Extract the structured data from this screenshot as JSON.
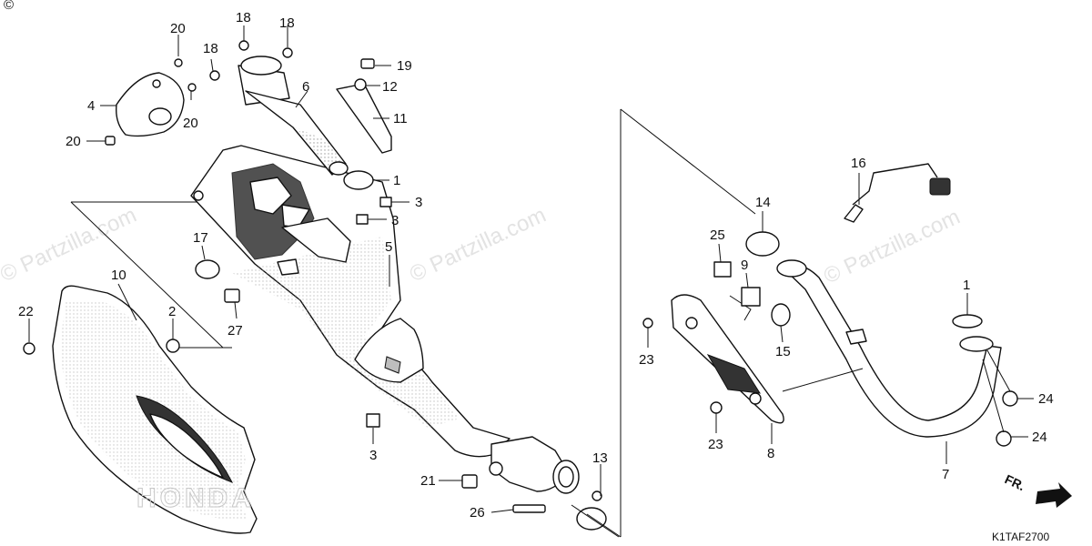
{
  "diagram": {
    "code": "K1TAF2700",
    "direction_label": "FR.",
    "watermarks": [
      "© Partzilla.com",
      "© Partzilla.com",
      "© Partzilla.com",
      "© Partzilla.com"
    ],
    "corner_mark": "©",
    "brand_stencil": "HONDA"
  },
  "callouts": [
    {
      "id": "c20a",
      "label": "20"
    },
    {
      "id": "c18a",
      "label": "18"
    },
    {
      "id": "c18b",
      "label": "18"
    },
    {
      "id": "c18c",
      "label": "18"
    },
    {
      "id": "c19",
      "label": "19"
    },
    {
      "id": "c4",
      "label": "4"
    },
    {
      "id": "c20b",
      "label": "20"
    },
    {
      "id": "c6",
      "label": "6"
    },
    {
      "id": "c12",
      "label": "12"
    },
    {
      "id": "c11",
      "label": "11"
    },
    {
      "id": "c20c",
      "label": "20"
    },
    {
      "id": "c1a",
      "label": "1"
    },
    {
      "id": "c3a",
      "label": "3"
    },
    {
      "id": "c3b",
      "label": "3"
    },
    {
      "id": "c17",
      "label": "17"
    },
    {
      "id": "c5",
      "label": "5"
    },
    {
      "id": "c10",
      "label": "10"
    },
    {
      "id": "c22",
      "label": "22"
    },
    {
      "id": "c2",
      "label": "2"
    },
    {
      "id": "c27",
      "label": "27"
    },
    {
      "id": "c3c",
      "label": "3"
    },
    {
      "id": "c21",
      "label": "21"
    },
    {
      "id": "c13",
      "label": "13"
    },
    {
      "id": "c26",
      "label": "26"
    },
    {
      "id": "c14",
      "label": "14"
    },
    {
      "id": "c16",
      "label": "16"
    },
    {
      "id": "c25",
      "label": "25"
    },
    {
      "id": "c9",
      "label": "9"
    },
    {
      "id": "c15",
      "label": "15"
    },
    {
      "id": "c1b",
      "label": "1"
    },
    {
      "id": "c23a",
      "label": "23"
    },
    {
      "id": "c23b",
      "label": "23"
    },
    {
      "id": "c8",
      "label": "8"
    },
    {
      "id": "c7",
      "label": "7"
    },
    {
      "id": "c24a",
      "label": "24"
    },
    {
      "id": "c24b",
      "label": "24"
    }
  ]
}
